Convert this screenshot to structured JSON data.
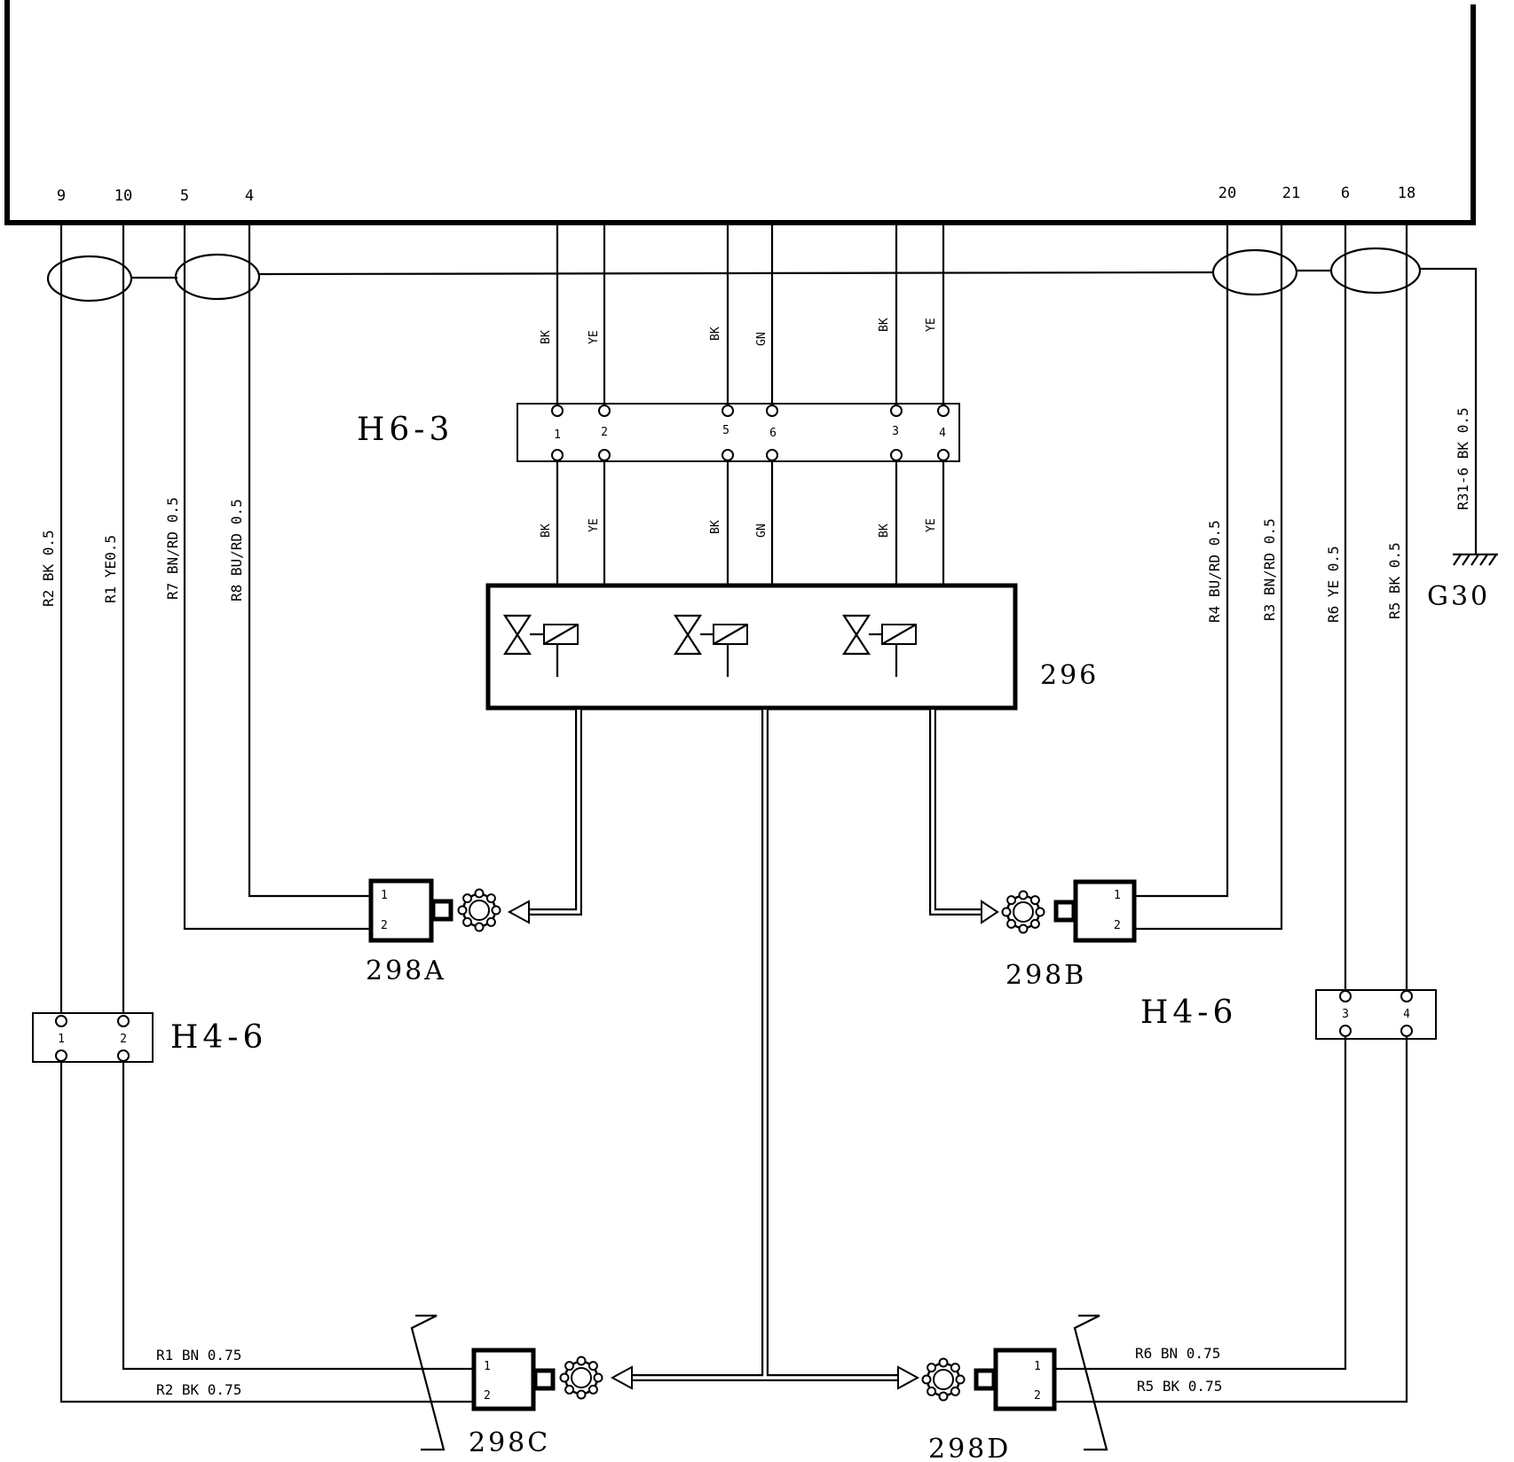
{
  "ecu_pins": {
    "left": [
      "9",
      "10",
      "5",
      "4"
    ],
    "right": [
      "20",
      "21",
      "6",
      "18"
    ]
  },
  "left_wires": [
    "R2 BK 0.5",
    "R1  YE0.5",
    "R7 BN/RD 0.5",
    "R8 BU/RD 0.5"
  ],
  "right_wires": [
    "R4 BU/RD 0.5",
    "R3 BN/RD 0.5",
    "R6 YE 0.5",
    "R5 BK 0.5"
  ],
  "ground": {
    "wire_label": "R31-6  BK 0.5",
    "ref": "G30"
  },
  "connector_h6_3": {
    "ref": "H6-3",
    "pins": [
      "1",
      "2",
      "5",
      "6",
      "3",
      "4"
    ],
    "wire_colors": [
      "BK",
      "YE",
      "BK",
      "GN",
      "BK",
      "YE"
    ]
  },
  "valve_block": {
    "ref": "296"
  },
  "sensors": {
    "a": {
      "ref": "298A",
      "pin1": "1",
      "pin2": "2"
    },
    "b": {
      "ref": "298B",
      "pin1": "1",
      "pin2": "2"
    },
    "c": {
      "ref": "298C",
      "pin1": "1",
      "pin2": "2"
    },
    "d": {
      "ref": "298D",
      "pin1": "1",
      "pin2": "2"
    }
  },
  "connector_h4_6_left": {
    "ref": "H4-6",
    "pins": [
      "1",
      "2"
    ]
  },
  "connector_h4_6_right": {
    "ref": "H4-6",
    "pins": [
      "3",
      "4"
    ]
  },
  "bottom_wires": {
    "left_1": "R1  BN  0.75",
    "left_2": "R2  BK  0.75",
    "right_1": "R6  BN  0.75",
    "right_2": "R5  BK  0.75"
  }
}
